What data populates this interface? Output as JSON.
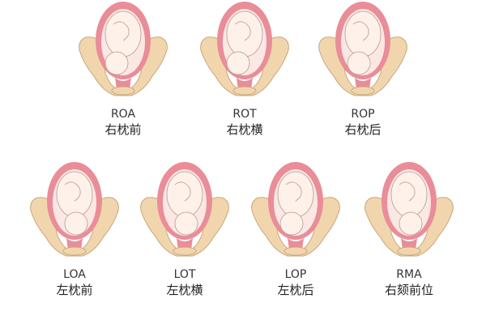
{
  "positions": [
    {
      "code": "ROA",
      "name": "右枕前",
      "head": "lower-left"
    },
    {
      "code": "ROT",
      "name": "右枕横",
      "head": "lower-left"
    },
    {
      "code": "ROP",
      "name": "右枕后",
      "head": "lower-center"
    },
    {
      "code": "LOA",
      "name": "左枕前",
      "head": "lower-right"
    },
    {
      "code": "LOT",
      "name": "左枕横",
      "head": "lower-right"
    },
    {
      "code": "LOP",
      "name": "左枕后",
      "head": "lower-center"
    },
    {
      "code": "RMA",
      "name": "右颏前位",
      "head": "lower-right-face"
    }
  ],
  "colors": {
    "pelvis": "#f1d6ad",
    "pelvis_stroke": "#c9a57c",
    "uterus": "#e98d98",
    "uterus_inner": "#fbe7e4",
    "fetus": "#fdf1ea",
    "fetus_stroke": "#b89b8f"
  }
}
